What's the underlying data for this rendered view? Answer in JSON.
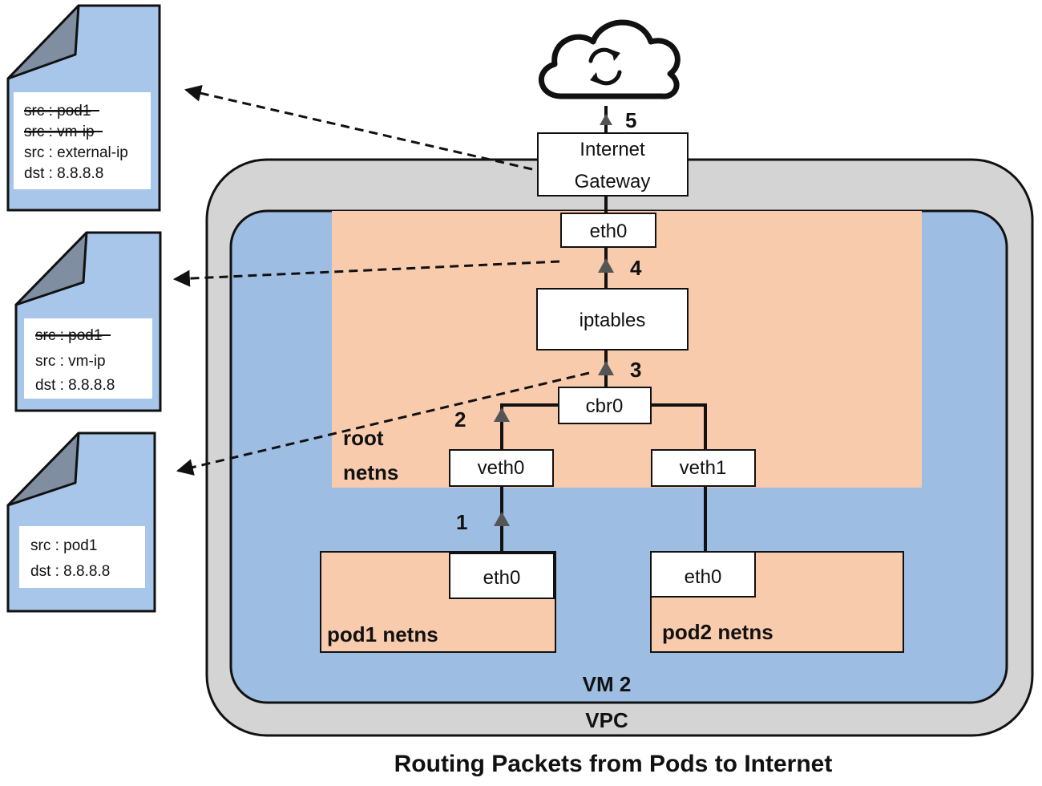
{
  "diagram": {
    "title": "Routing Packets  from Pods to Internet",
    "vpc_label": "VPC",
    "vm_label": "VM 2",
    "root_ns_line1": "root",
    "root_ns_line2": "netns",
    "internet_gateway_line1": "Internet",
    "internet_gateway_line2": "Gateway",
    "root_eth0": "eth0",
    "iptables": "iptables",
    "cbr0": "cbr0",
    "veth0": "veth0",
    "veth1": "veth1",
    "pod1": {
      "eth0": "eth0",
      "label": "pod1 netns"
    },
    "pod2": {
      "eth0": "eth0",
      "label": "pod2 netns"
    },
    "steps": [
      "1",
      "2",
      "3",
      "4",
      "5"
    ],
    "cloud_icon": "cloud-sync-icon"
  },
  "documents": [
    {
      "name": "packet-after-gateway",
      "lines": [
        {
          "text": "src : pod1",
          "struck": true
        },
        {
          "text": "src : vm-ip",
          "struck": true
        },
        {
          "text": "src : external-ip",
          "struck": false
        },
        {
          "text": "dst : 8.8.8.8",
          "struck": false
        }
      ]
    },
    {
      "name": "packet-after-iptables",
      "lines": [
        {
          "text": "src : pod1",
          "struck": true
        },
        {
          "text": "src : vm-ip",
          "struck": false
        },
        {
          "text": "dst : 8.8.8.8",
          "struck": false
        }
      ]
    },
    {
      "name": "packet-from-pod",
      "lines": [
        {
          "text": "src : pod1",
          "struck": false
        },
        {
          "text": "dst : 8.8.8.8",
          "struck": false
        }
      ]
    }
  ],
  "colors": {
    "vpc_gray": "#d4d4d4",
    "vm_blue": "#9dbde3",
    "netns_peach": "#f8cbad",
    "doc_blue": "#a8c6ea",
    "doc_fold": "#7f8ea0",
    "arrow_head": "#555555"
  }
}
